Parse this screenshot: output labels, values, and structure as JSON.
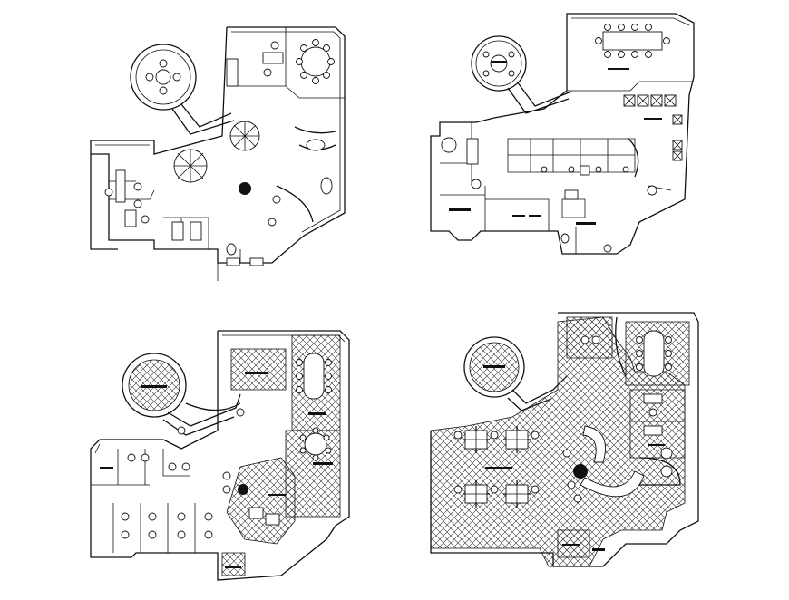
{
  "plans": [
    {
      "id": "plan-1"
    },
    {
      "id": "plan-2"
    },
    {
      "id": "plan-3"
    },
    {
      "id": "plan-4"
    }
  ]
}
